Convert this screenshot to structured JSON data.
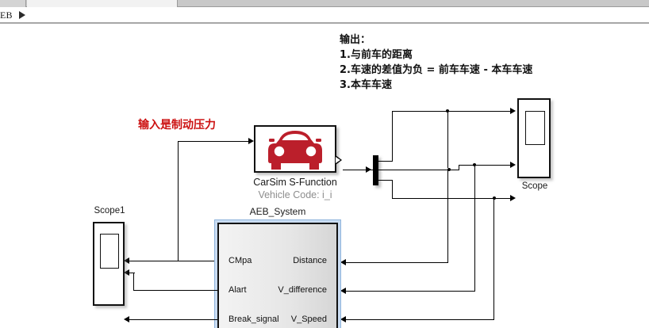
{
  "window": {
    "breadcrumb": {
      "label": "EB",
      "arrow_icon": "triangle-right-icon"
    }
  },
  "annotations": {
    "output_note": {
      "heading": "输出：",
      "lines": [
        "1.与前车的距离",
        "2.车速的差值为负 = 前车车速 - 本车车速",
        "3.本车车速"
      ]
    },
    "input_note": {
      "text": "输入是制动压力",
      "color": "#cc1111"
    }
  },
  "blocks": {
    "carsim": {
      "name": "CarSim S-Function",
      "sublabel": "Vehicle Code: i_i",
      "icon": "red-car-front-icon",
      "icon_color": "#bb1f2b"
    },
    "demux": {
      "name": "demux",
      "outputs": 3
    },
    "scope_right": {
      "label": "Scope",
      "inputs": 3
    },
    "scope1_left": {
      "label": "Scope1",
      "inputs": 3
    },
    "aeb_system": {
      "title": "AEB_System",
      "inputs": [
        "CMpa",
        "Alart",
        "Break_signal"
      ],
      "outputs": [
        "Distance",
        "V_difference",
        "V_Speed"
      ],
      "highlight_color": "#c9dcf2"
    }
  }
}
